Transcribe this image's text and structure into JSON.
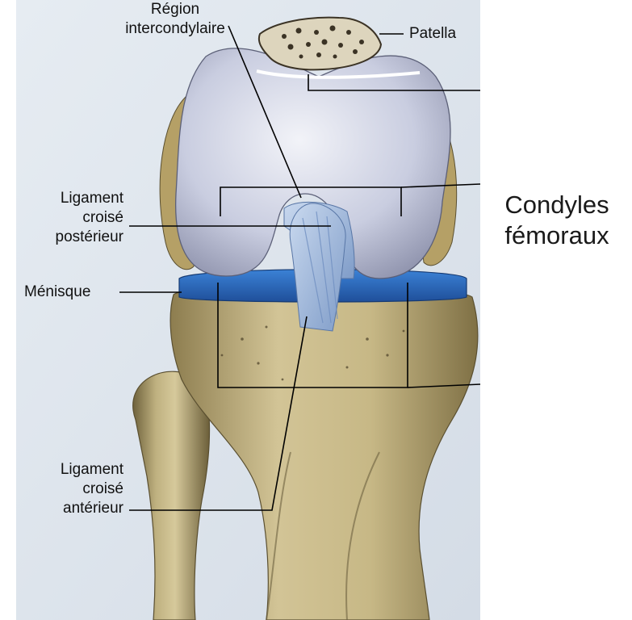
{
  "labels": {
    "region_line1": "Région",
    "region_line2": "intercondylaire",
    "patella": "Patella",
    "lcp_line1": "Ligament",
    "lcp_line2": "croisé",
    "lcp_line3": "postérieur",
    "menisque": "Ménisque",
    "lca_line1": "Ligament",
    "lca_line2": "croisé",
    "lca_line3": "antérieur",
    "condyles_line1": "Condyles",
    "condyles_line2": "fémoraux"
  },
  "colors": {
    "femur_cartilage": "#c9cfe0",
    "bone": "#b9a978",
    "meniscus": "#2f6fbf",
    "ligament": "#a9c2e4",
    "background_page": "#dfe6ee"
  }
}
